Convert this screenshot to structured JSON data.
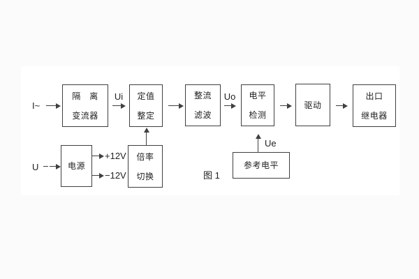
{
  "figure": {
    "caption": "图 1"
  },
  "inputs": {
    "current_label": "I~",
    "voltage_label": "U"
  },
  "signals": {
    "ui": "Ui",
    "uo": "Uo",
    "ue": "Ue",
    "plus_rail": "+12V",
    "minus_rail": "−12V"
  },
  "blocks": {
    "isolation": {
      "line1": "隔　离",
      "line2": "变流器"
    },
    "setting": {
      "line1": "定值",
      "line2": "整定"
    },
    "rectifier": {
      "line1": "整流",
      "line2": "滤波"
    },
    "level": {
      "line1": "电平",
      "line2": "检测"
    },
    "drive": {
      "line1": "驱动"
    },
    "relay": {
      "line1": "出口",
      "line2": "继电器"
    },
    "power": {
      "line1": "电源"
    },
    "ratio": {
      "line1": "倍率",
      "line2": "切换"
    },
    "reference": {
      "line1": "参考电平"
    }
  }
}
